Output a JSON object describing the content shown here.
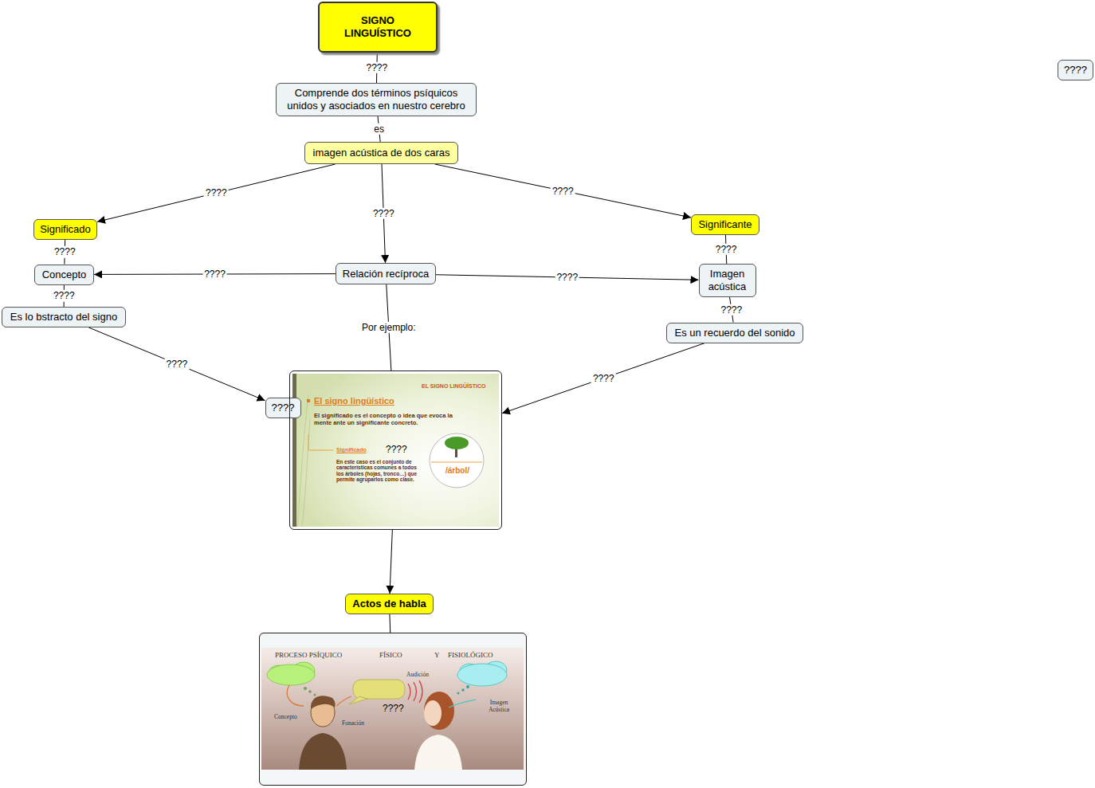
{
  "diagram": {
    "nodes": [
      {
        "text": [
          "SIGNO LINGUÍSTICO"
        ]
      },
      {
        "text": [
          "????"
        ]
      },
      {
        "text": [
          "Comprende dos términos psíquicos unidos y asociados en nuestro cerebro"
        ]
      },
      {
        "text": [
          "imagen acústica de dos caras"
        ]
      },
      {
        "text": [
          "Significado"
        ]
      },
      {
        "text": [
          "Significante"
        ]
      },
      {
        "text": [
          "Concepto"
        ]
      },
      {
        "text": [
          "Relación recíproca"
        ]
      },
      {
        "text": [
          "Imagen acústica"
        ]
      },
      {
        "text": [
          "Es lo bstracto del signo"
        ]
      },
      {
        "text": [
          "Es un recuerdo del sonido"
        ]
      },
      {
        "text": [
          "????"
        ]
      },
      {
        "text": [
          "EL SIGNO LINGÜÍSTICO",
          "El signo lingüístico",
          "El significado es el concepto o idea que evoca la mente ante un significante concreto.",
          "Significado",
          "????",
          "En este caso es el conjunto de características comunes a todos los árboles (hojas, tronco…) que permite agruparlos como clase.",
          "/árbol/"
        ]
      },
      {
        "text": [
          "Actos de habla"
        ]
      },
      {
        "text": [
          "PROCESO PSÍQUICO",
          "FÍSICO",
          "Y",
          "FISIOLÓGICO",
          "Audición",
          "Concepto",
          "Fonación",
          "????",
          "Imagen Acústica"
        ]
      }
    ],
    "edges": [
      {
        "from": 0,
        "to": 2,
        "label": "????",
        "arrow": "none"
      },
      {
        "from": 2,
        "to": 3,
        "label": "es",
        "arrow": "none"
      },
      {
        "from": 3,
        "to": 4,
        "label": "????",
        "arrow": "to"
      },
      {
        "from": 3,
        "to": 7,
        "label": "????",
        "arrow": "to"
      },
      {
        "from": 3,
        "to": 5,
        "label": "????",
        "arrow": "to"
      },
      {
        "from": 4,
        "to": 6,
        "label": "????",
        "arrow": "none"
      },
      {
        "from": 7,
        "to": 6,
        "label": "????",
        "arrow": "to"
      },
      {
        "from": 7,
        "to": 8,
        "label": "????",
        "arrow": "to"
      },
      {
        "from": 5,
        "to": 8,
        "label": "????",
        "arrow": "none"
      },
      {
        "from": 6,
        "to": 9,
        "label": "????",
        "arrow": "none"
      },
      {
        "from": 8,
        "to": 10,
        "label": "????",
        "arrow": "none"
      },
      {
        "from": 7,
        "to": 12,
        "label": "Por ejemplo:",
        "arrow": "none"
      },
      {
        "from": 9,
        "to": 11,
        "label": "????",
        "arrow": "to"
      },
      {
        "from": 10,
        "to": 12,
        "label": "????",
        "arrow": "to"
      },
      {
        "from": 12,
        "to": 13,
        "arrow": "to"
      },
      {
        "from": 13,
        "to": 14,
        "arrow": "none"
      }
    ]
  }
}
